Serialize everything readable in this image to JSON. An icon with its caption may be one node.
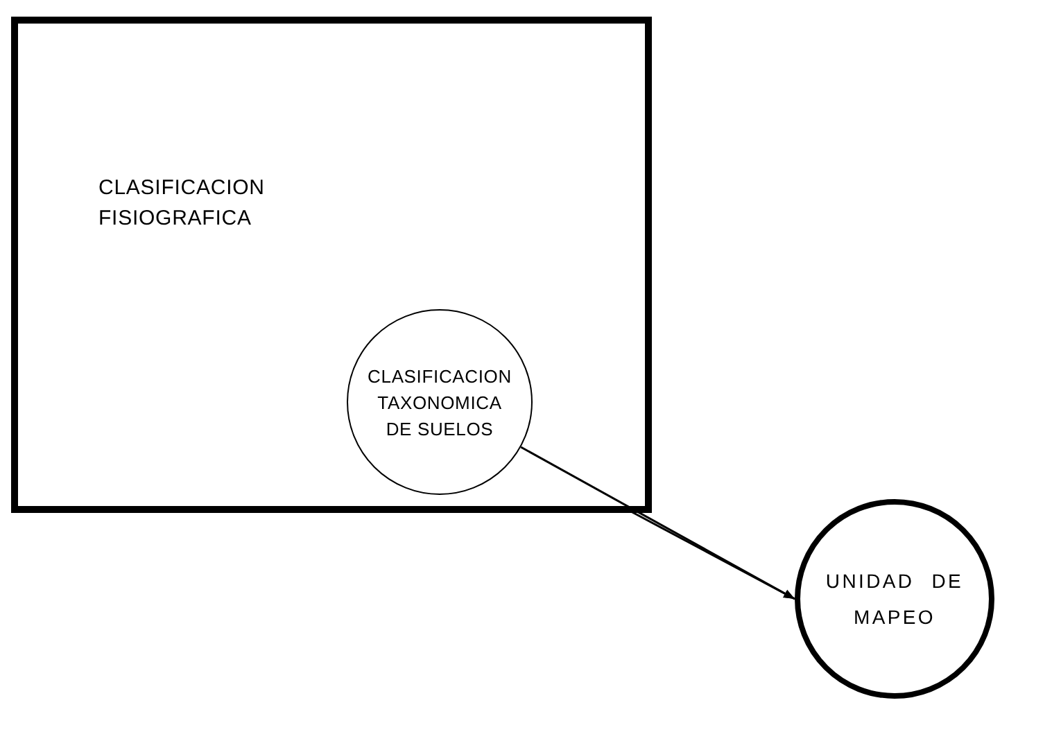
{
  "diagram": {
    "nodes": [
      {
        "text": [
          "CLASIFICACION FISIOGRAFICA"
        ]
      },
      {
        "text": [
          "CLASIFICACION TAXONOMICA DE SUELOS"
        ],
        "in": 0
      },
      {
        "text": [
          "UNIDAD DE MAPEO"
        ]
      }
    ],
    "edges": [
      {
        "from": 0,
        "to": 2,
        "arrow": "to"
      },
      {
        "from": 1,
        "to": 2,
        "arrow": "to"
      }
    ]
  }
}
